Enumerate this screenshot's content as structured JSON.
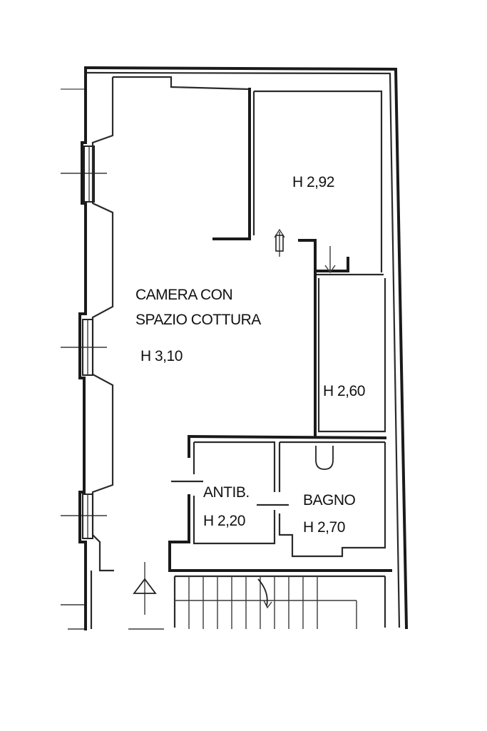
{
  "rooms": {
    "main": {
      "name_line1": "CAMERA CON",
      "name_line2": "SPAZIO COTTURA",
      "height": "H 3,10"
    },
    "room_top_right": {
      "height": "H 2,92"
    },
    "room_right_middle": {
      "height": "H 2,60"
    },
    "antibagno": {
      "name": "ANTIB.",
      "height": "H 2,20"
    },
    "bagno": {
      "name": "BAGNO",
      "height": "H 2,70"
    }
  },
  "colors": {
    "wall": "#1a1a1a",
    "background": "#ffffff"
  }
}
